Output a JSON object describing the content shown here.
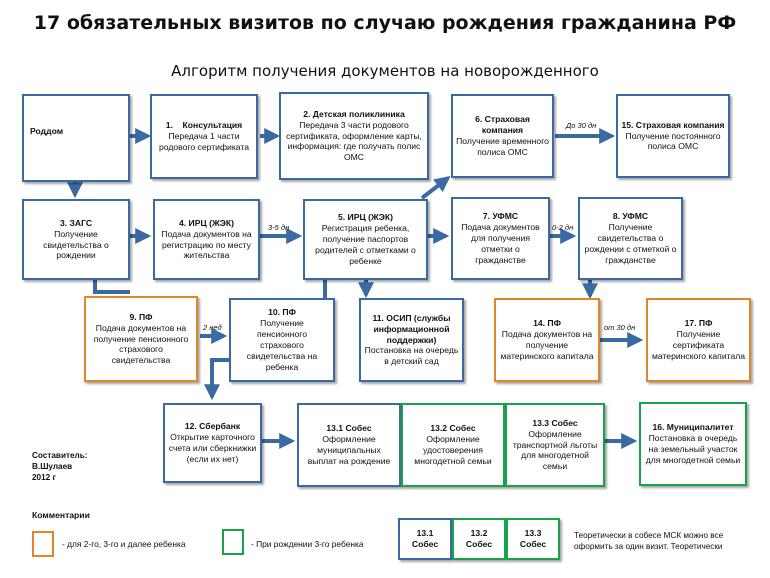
{
  "title": "17 обязательных визитов по случаю рождения гражданина РФ",
  "subtitle": "Алгоритм получения документов на новорожденного",
  "boxes": {
    "roddom": {
      "head": "Роддом",
      "body": ""
    },
    "b1": {
      "head": "1.    Консультация",
      "body": "Передача  1 части родового сертификата"
    },
    "b2": {
      "head": "2. Детская поликлиника",
      "body": "Передача  3 части родового сертификата, оформление карты, информация: где получать полис ОМС"
    },
    "b6": {
      "head": "6. Страховая компания",
      "body": "Получение временного полиса ОМС"
    },
    "b15": {
      "head": "15. Страховая компания",
      "body": "Получение постоянного полиса ОМС"
    },
    "b3": {
      "head": "3. ЗАГС",
      "body": "Получение свидетельства  о рождении"
    },
    "b4": {
      "head": "4. ИРЦ (ЖЭК)",
      "body": "Подача документов на регистрацию по месту жительства"
    },
    "b5": {
      "head": "5. ИРЦ (ЖЭК)",
      "body": "Регистрация ребенка, получение паспортов родителей с отметками о ребенке"
    },
    "b7": {
      "head": "7. УФМС",
      "body": "Подача документов для получения отметки о гражданстве"
    },
    "b8": {
      "head": "8. УФМС",
      "body": "Получение свидетельства  о рождении с отметкой о гражданстве"
    },
    "b9": {
      "head": "9. ПФ",
      "body": "Подача документов на получение пенсионного страхового свидетельства"
    },
    "b10": {
      "head": "10. ПФ",
      "body": "Получение пенсионного страхового свидетельства  на ребенка"
    },
    "b11": {
      "head": "11. ОСИП (службы информационной поддержки)",
      "body": "Постановка на очередь в детский сад"
    },
    "b14": {
      "head": "14. ПФ",
      "body": "Подача документов  на получение материнского капитала"
    },
    "b17": {
      "head": "17. ПФ",
      "body": "Получение сертификата материнского капитала"
    },
    "b12": {
      "head": "12. Сбербанк",
      "body": "Открытие карточного счета или сберкнижки (если их нет)"
    },
    "b131": {
      "head": "13.1 Собес",
      "body": "Оформление муниципальных выплат на рождение"
    },
    "b132": {
      "head": "13.2 Собес",
      "body": "Оформление удостоверения многодетной семьи"
    },
    "b133": {
      "head": "13.3 Собес",
      "body": "Оформление транспортной льготы для многодетной семьи"
    },
    "b16": {
      "head": "16. Муниципалитет",
      "body": "Постановка в очередь на земельный участок для многодетной семьи"
    }
  },
  "arrow_labels": {
    "a6_15": "До 30 дн",
    "a4_5": "3-5 дн",
    "a7_8": "0-2 дн",
    "a9_10": "2 нед",
    "a14_17": "от 30 дн"
  },
  "author": {
    "line1": "Составитель:",
    "line2": "В.Шулаев",
    "line3": "2012 г"
  },
  "comments": {
    "title": "Комментарии",
    "orange_text": "- для 2-го, 3-го и далее ребенка",
    "green_text": "-  При рождении  3-го ребенка",
    "orange_color": "#e0862a",
    "green_color": "#1aa24a"
  },
  "legend_boxes": [
    {
      "head": "13.1",
      "body": "Собес"
    },
    {
      "head": "13.2",
      "body": "Собес"
    },
    {
      "head": "13.3",
      "body": "Собес"
    }
  ],
  "note": "Теоретически  в собесе МСК можно все оформить за один визит. Теоретически",
  "colors": {
    "box_border": "#3b6aa3",
    "arrow": "#3b6aa3"
  }
}
